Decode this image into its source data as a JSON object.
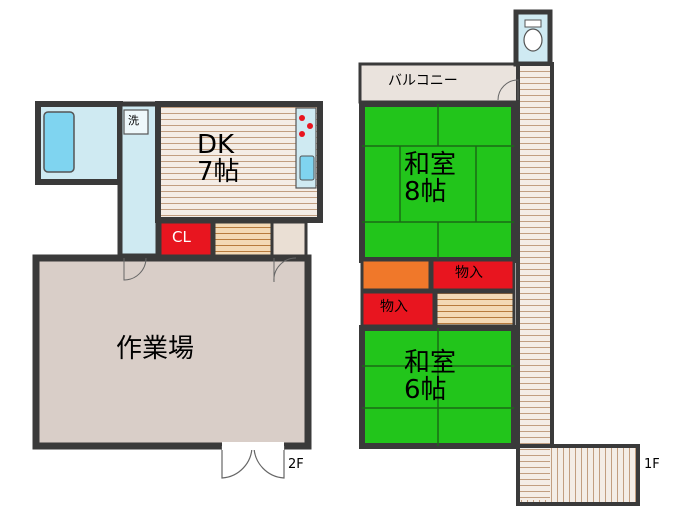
{
  "floor_2": {
    "label": "2F",
    "dk": "DK\n7帖",
    "closet": "CL",
    "workshop": "作業場",
    "washer": "洗"
  },
  "floor_1": {
    "label": "1F",
    "balcony": "バルコニー",
    "room_8": "和室\n8帖",
    "room_6": "和室\n6帖",
    "storage_upper": "物入",
    "storage_lower": "物入"
  },
  "colors": {
    "wall": "#3a3a3a",
    "tatami": "#22c51b",
    "storage": "#e8151f",
    "closet_orange": "#f0782a",
    "workshop": "#d9cec8",
    "wood": "#eadfd4",
    "bath": "#7fd4f0",
    "kitchen": "#cfeaf2",
    "balcony": "#eae3dd"
  }
}
